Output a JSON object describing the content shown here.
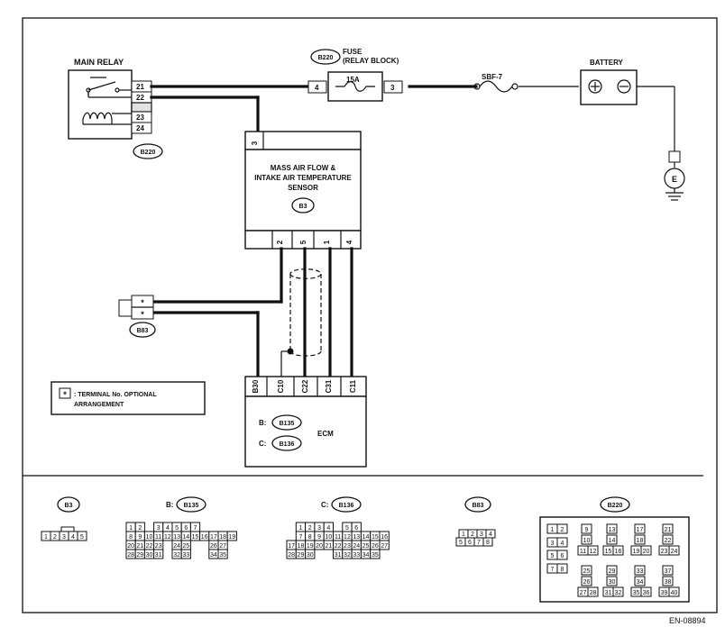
{
  "labels": {
    "main_relay": "MAIN RELAY",
    "fuse": "FUSE",
    "relay_block": "(RELAY BLOCK)",
    "fuse_rating": "15A",
    "sbf": "SBF-7",
    "battery": "BATTERY",
    "ground": "E",
    "sensor_l1": "MASS AIR FLOW &",
    "sensor_l2": "INTAKE AIR TEMPERATURE",
    "sensor_l3": "SENSOR",
    "ecm": "ECM",
    "b_prefix": "B:",
    "c_prefix": "C:",
    "legend_l1": ": TERMINAL No. OPTIONAL",
    "legend_l2": "ARRANGEMENT",
    "star": "*",
    "ref": "EN-08894"
  },
  "connectors": {
    "b220": "B220",
    "b3": "B3",
    "b83": "B83",
    "b135": "B135",
    "b136": "B136"
  },
  "terminals": {
    "relay": [
      "21",
      "22",
      "23",
      "24"
    ],
    "fuse_in": "4",
    "fuse_out": "3",
    "sensor_top": "3",
    "sensor_bottom": [
      "2",
      "5",
      "1",
      "4"
    ],
    "ecm": [
      "B30",
      "C10",
      "C22",
      "C31",
      "C11"
    ]
  },
  "pinouts": {
    "b3": [
      "1",
      "2",
      "3",
      "4",
      "5"
    ],
    "b135": {
      "r1": [
        "1",
        "2",
        "",
        "3",
        "4",
        "5",
        "6",
        "7"
      ],
      "r2": [
        "8",
        "9",
        "10",
        "11",
        "12",
        "13",
        "14",
        "15",
        "16",
        "17",
        "18",
        "19"
      ],
      "r3": [
        "20",
        "21",
        "22",
        "23",
        "",
        "24",
        "25",
        "",
        "",
        "26",
        "27"
      ],
      "r4": [
        "28",
        "29",
        "30",
        "31",
        "",
        "32",
        "33",
        "",
        "",
        "34",
        "35"
      ]
    },
    "b136": {
      "r1": [
        "1",
        "2",
        "3",
        "4",
        "",
        "5",
        "6"
      ],
      "r2": [
        "7",
        "8",
        "9",
        "10",
        "11",
        "12",
        "13",
        "14",
        "15",
        "16"
      ],
      "r3": [
        "17",
        "18",
        "19",
        "20",
        "21",
        "22",
        "23",
        "24",
        "25",
        "26",
        "27"
      ],
      "r4": [
        "28",
        "29",
        "30",
        "",
        "",
        "31",
        "32",
        "33",
        "34",
        "35"
      ]
    },
    "b83": [
      "1",
      "2",
      "3",
      "4",
      "5",
      "6",
      "7",
      "8"
    ],
    "b220": [
      "1",
      "2",
      "3",
      "4",
      "5",
      "6",
      "7",
      "8",
      "9",
      "10",
      "11",
      "12",
      "13",
      "14",
      "15",
      "16",
      "17",
      "18",
      "19",
      "20",
      "21",
      "22",
      "23",
      "24",
      "25",
      "26",
      "27",
      "28",
      "29",
      "30",
      "31",
      "32",
      "33",
      "34",
      "35",
      "36",
      "37",
      "38",
      "39",
      "40"
    ]
  }
}
